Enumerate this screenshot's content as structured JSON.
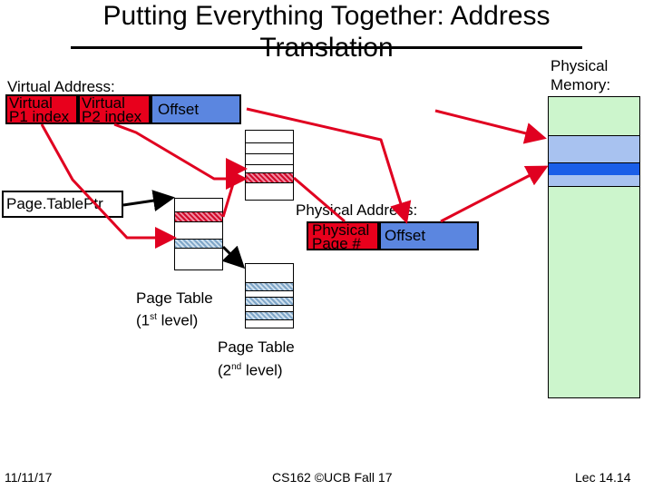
{
  "title": "Putting Everything Together: Address Translation",
  "virtual_address": {
    "label": "Virtual Address:",
    "p1": {
      "line1": "Virtual",
      "line2": "P1 index"
    },
    "p2": {
      "line1": "Virtual",
      "line2": "P2 index"
    },
    "offset": "Offset"
  },
  "page_table_ptr": "Page.TablePtr",
  "physical_address": {
    "label": "Physical Address:",
    "page": {
      "line1": "Physical",
      "line2": "Page #"
    },
    "offset": "Offset"
  },
  "physical_memory": {
    "line1": "Physical",
    "line2": "Memory:"
  },
  "page_table_1": {
    "line1": "Page Table",
    "line2_pre": "(1",
    "line2_sup": "st",
    "line2_post": " level)"
  },
  "page_table_2": {
    "line1": "Page Table",
    "line2_pre": "(2",
    "line2_sup": "nd",
    "line2_post": " level)"
  },
  "footer": {
    "date": "11/11/17",
    "course": "CS162 ©UCB Fall 17",
    "lecture": "Lec 14.14"
  },
  "colors": {
    "red": "#e8001c",
    "blue": "#5b86e0",
    "arrow": "#e00020",
    "memory": "#ccf5cc"
  }
}
